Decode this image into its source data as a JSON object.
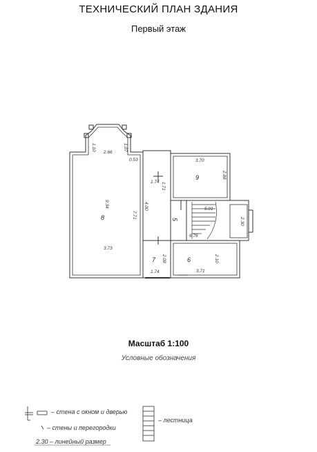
{
  "title": "ТЕХНИЧЕСКИЙ ПЛАН ЗДАНИЯ",
  "subtitle": "Первый этаж",
  "scale": "Масштаб 1:100",
  "legend": {
    "title": "Условные обозначения",
    "items": {
      "wall_with_window_door": "– стена с окном и дверью",
      "walls_partitions": "– стены и перегородки",
      "linear_dimension": "2.30 – линейный размер",
      "stairs": "– лестница"
    }
  },
  "rooms": {
    "r8": "8",
    "r9": "9",
    "r5": "5",
    "r7": "7",
    "r6": "6"
  },
  "dimensions": {
    "d266": "2.66",
    "d110": "1.10",
    "d107": "1.07",
    "d053": "0.53",
    "d934": "9.34",
    "d771": "7.71",
    "d373": "3.73",
    "d174a": "1.74",
    "d171": "1.71",
    "d400": "4.00",
    "d370": "3.70",
    "d288": "2.88",
    "d501": "5.01",
    "d230": "2.30",
    "d676": "6.76",
    "d208": "2.08",
    "d210": "2.10",
    "d174b": "1.74",
    "d371": "3.71"
  }
}
